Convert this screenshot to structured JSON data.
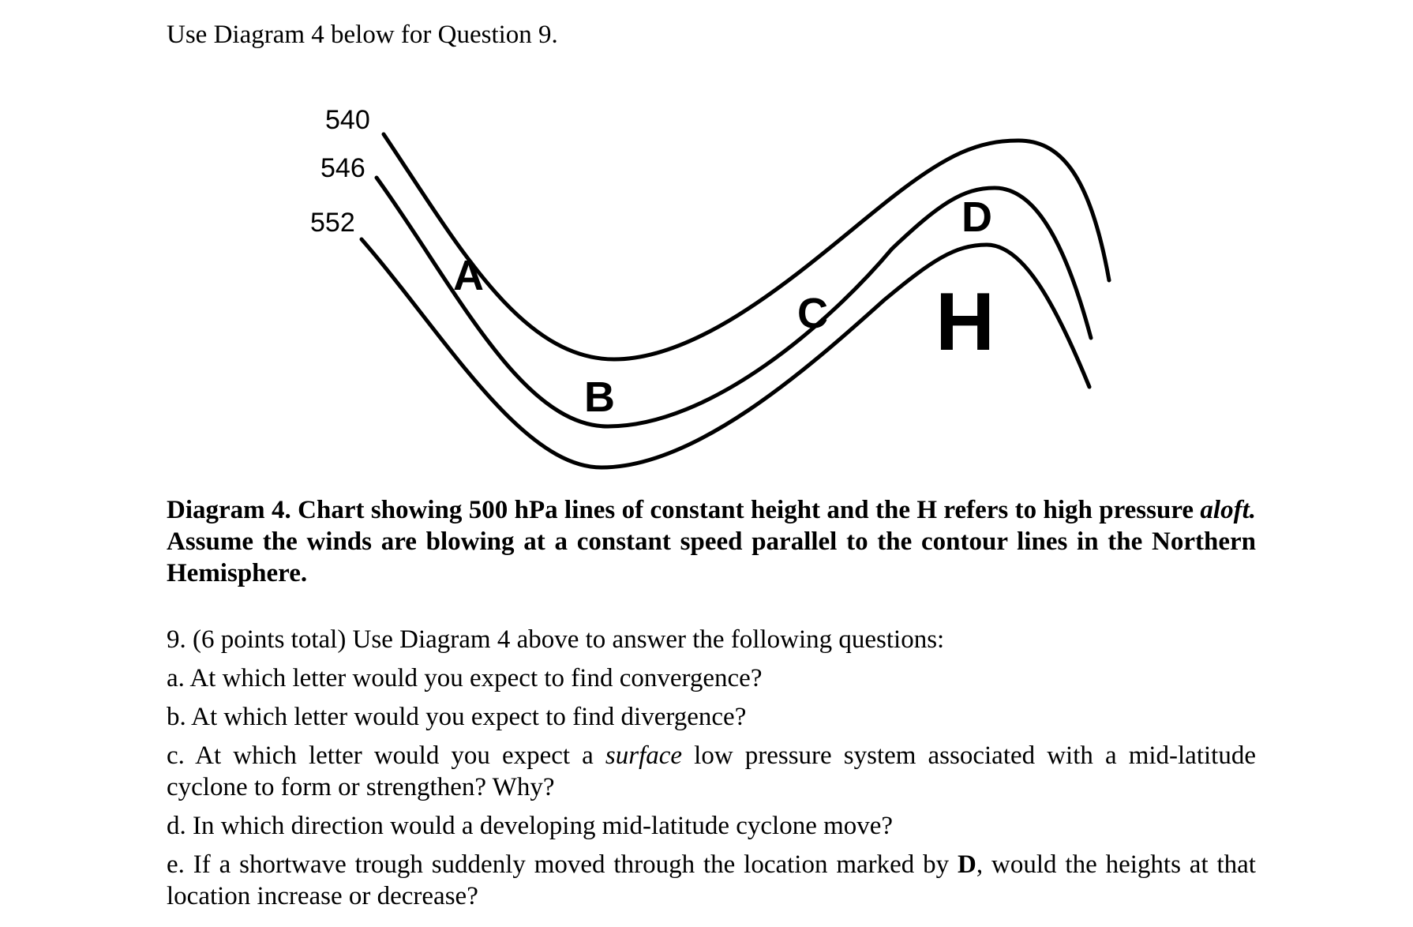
{
  "intro": "Use Diagram 4 below for Question 9.",
  "diagram": {
    "contour_labels": [
      "540",
      "546",
      "552"
    ],
    "point_labels": {
      "a": "A",
      "b": "B",
      "c": "C",
      "d": "D"
    },
    "high_label": "H"
  },
  "caption": {
    "part1": "Diagram 4. Chart showing 500 hPa lines of constant height and the H refers to high pressure ",
    "italic": "aloft.",
    "part2": " Assume the winds are blowing at a constant speed parallel to the contour lines in the Northern Hemisphere."
  },
  "questions": {
    "stem": "9. (6 points total) Use Diagram 4 above to answer the following questions:",
    "a": "a. At which letter would you expect to find convergence?",
    "b": "b. At which letter would you expect to find divergence?",
    "c_before": "c. At which letter would you expect a ",
    "c_italic": "surface",
    "c_after": " low pressure system associated with a mid-latitude cyclone to form or strengthen? Why?",
    "d": "d. In which direction would a developing mid-latitude cyclone move?",
    "e_before": "e. If a shortwave trough suddenly moved through the location marked by ",
    "e_bold": "D",
    "e_after": ", would the heights at that location increase or decrease?"
  }
}
